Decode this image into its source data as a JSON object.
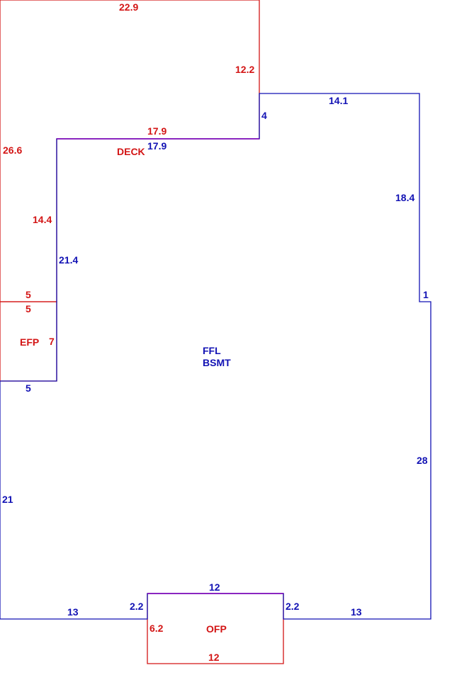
{
  "colors": {
    "exterior": "#d31515",
    "main": "#1212b4",
    "shared_edge": "#7a00c0"
  },
  "areas": {
    "main": {
      "line1": "FFL",
      "line2": "BSMT"
    },
    "deck": "DECK",
    "efp": "EFP",
    "ofp": "OFP"
  },
  "dims": {
    "deck_top": "22.9",
    "deck_right": "12.2",
    "deck_left": "26.6",
    "deck_inner_left": "14.4",
    "deck_bottom": "17.9",
    "deck_bottom_5": "5",
    "main_top_shared": "17.9",
    "main_notch": "4",
    "main_top_right": "14.1",
    "main_right_upper": "18.4",
    "main_step": "1",
    "main_right_lower": "28",
    "main_left_upper": "21.4",
    "main_left_lower": "21",
    "main_bottom_left": "13",
    "main_bottom_right": "13",
    "main_below_efp": "5",
    "efp_top": "5",
    "efp_right": "7",
    "ofp_top": "12",
    "ofp_left_main": "2.2",
    "ofp_right_main": "2.2",
    "ofp_left": "6.2",
    "ofp_bottom": "12"
  }
}
